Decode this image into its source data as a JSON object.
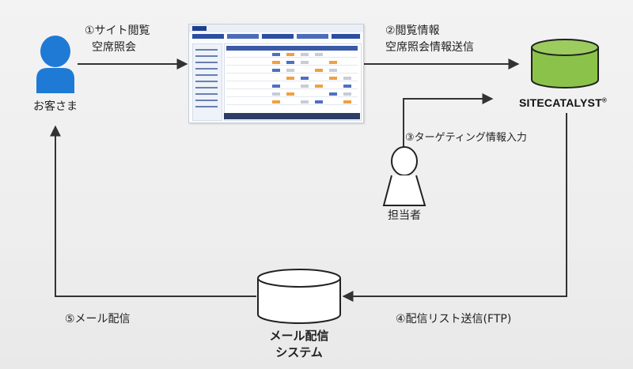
{
  "nodes": {
    "customer": {
      "label": "お客さま"
    },
    "sitecatalyst": {
      "brand": "SITECATALYST",
      "trademark": "®"
    },
    "operator": {
      "label": "担当者"
    },
    "mail_system": {
      "line1": "メール配信",
      "line2": "システム"
    }
  },
  "edges": {
    "step1": {
      "line1": "①サイト閲覧",
      "line2": "空席照会"
    },
    "step2": {
      "line1": "②閲覧情報",
      "line2": "空席照会情報送信"
    },
    "step3": {
      "label": "③ターゲティング情報入力"
    },
    "step4": {
      "label": "④配信リスト送信(FTP)"
    },
    "step5": {
      "label": "⑤メール配信"
    }
  },
  "colors": {
    "customer": "#1f7ad6",
    "database_green": "#8bc34a",
    "line": "#333333"
  },
  "icons": {
    "customer": "person-icon",
    "operator": "person-outline-icon",
    "sitecatalyst": "database-icon",
    "mail_system": "database-icon",
    "website": "website-screenshot"
  }
}
